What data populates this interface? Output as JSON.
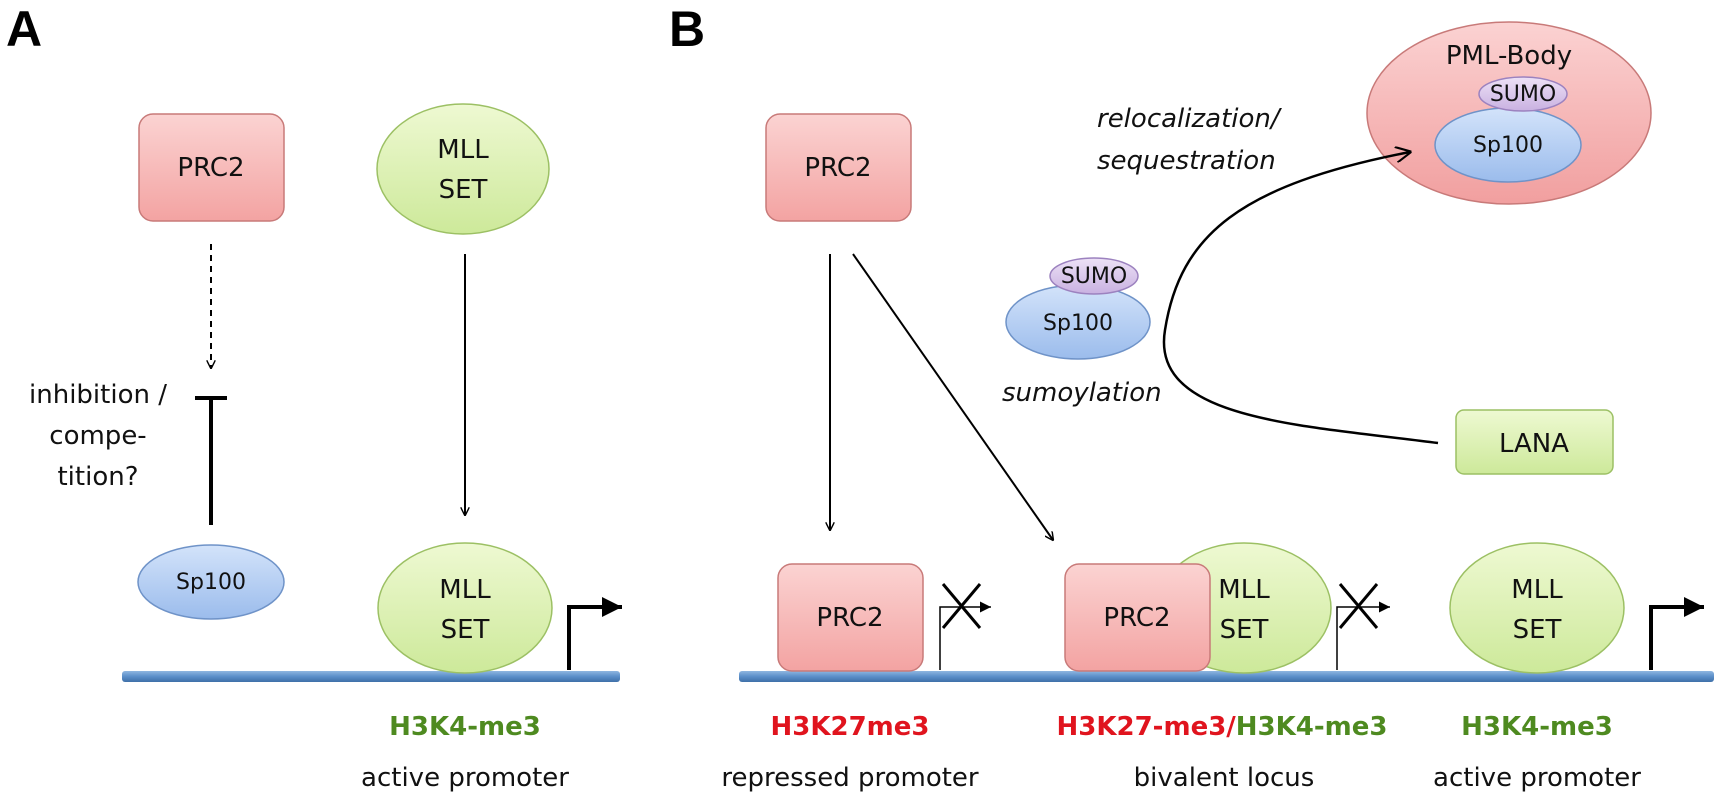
{
  "panels": {
    "a": {
      "letter": "A",
      "prc2_top": "PRC2",
      "mll_top": [
        "MLL",
        "SET"
      ],
      "inhibition_text": [
        "inhibition /",
        "compe-",
        "tition?"
      ],
      "sp100": "Sp100",
      "mll_dna": [
        "MLL",
        "SET"
      ],
      "mark": "H3K4-me3",
      "caption": "active promoter"
    },
    "b": {
      "letter": "B",
      "prc2_top": "PRC2",
      "pml_body": "PML-Body",
      "pml_sumo": "SUMO",
      "pml_sp100": "Sp100",
      "relocalization": [
        "relocalization/",
        "sequestration"
      ],
      "free_sumo": "SUMO",
      "free_sp100": "Sp100",
      "sumoylation": "sumoylation",
      "lana": "LANA",
      "repressed": {
        "prc2": "PRC2",
        "mark": "H3K27me3",
        "caption": "repressed promoter"
      },
      "bivalent": {
        "prc2": "PRC2",
        "mll": [
          "MLL",
          "SET"
        ],
        "mark_red": "H3K27-me3/",
        "mark_green": "H3K4-me3",
        "caption": "bivalent locus"
      },
      "active": {
        "mll": [
          "MLL",
          "SET"
        ],
        "mark": "H3K4-me3",
        "caption": "active promoter"
      }
    }
  },
  "colors": {
    "prc2_fill": "#f8c0bf",
    "mll_fill": "#dff3b6",
    "sp100_fill": "#b6d0f3",
    "sumo_fill": "#ddc8ec",
    "pml_fill": "#f7bbbb",
    "dna": "#5b8fc9",
    "green_text": "#4e8a20",
    "red_text": "#e0141e"
  }
}
